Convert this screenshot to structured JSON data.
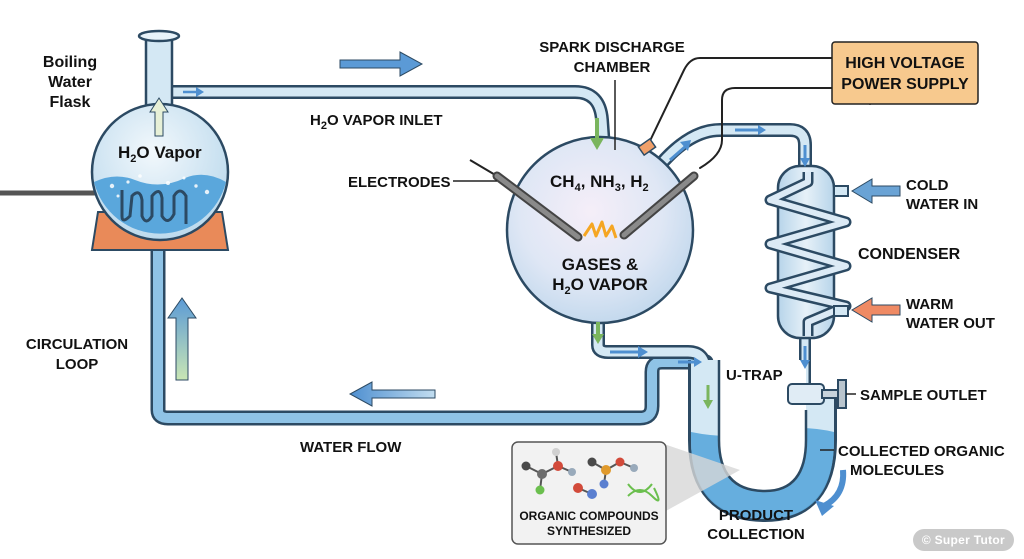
{
  "labels": {
    "boiling_flask": [
      "Boiling",
      "Water",
      "Flask"
    ],
    "h2o_vapor_flask": {
      "base": "H",
      "sub": "2",
      "rest": "O Vapor"
    },
    "vapor_inlet": {
      "base": "H",
      "sub": "2",
      "rest": "O VAPOR INLET"
    },
    "spark_chamber": [
      "SPARK DISCHARGE",
      "CHAMBER"
    ],
    "power_supply": [
      "HIGH VOLTAGE",
      "POWER SUPPLY"
    ],
    "electrodes": "ELECTRODES",
    "gases_formula": {
      "ch": "CH",
      "s1": "4",
      "nh": ", NH",
      "s2": "3",
      "h": ", H",
      "s3": "2"
    },
    "gases_vapor": {
      "line1": "GASES &",
      "base": "H",
      "sub": "2",
      "rest": "O VAPOR"
    },
    "cold_water": [
      "COLD",
      "WATER IN"
    ],
    "condenser": "CONDENSER",
    "warm_water": [
      "WARM",
      "WATER OUT"
    ],
    "u_trap": "U-TRAP",
    "sample_outlet": "SAMPLE OUTLET",
    "collected": [
      "COLLECTED ORGANIC",
      "MOLECULES"
    ],
    "product_collection": [
      "PRODUCT",
      "COLLECTION"
    ],
    "organic_compounds": [
      "ORGANIC COMPOUNDS",
      "SYNTHESIZED"
    ],
    "circulation_loop": [
      "CIRCULATION",
      "LOOP"
    ],
    "water_flow": "WATER FLOW"
  },
  "watermark": "© Super Tutor",
  "colors": {
    "glass": "#d4e8f4",
    "glass_stroke": "#2c4a63",
    "water": "#5aa7dc",
    "power_box": "#f7c98e",
    "heater": "#e98a59",
    "warm_arrow": "#ef8a64",
    "cold_arrow": "#6aa3d5",
    "spark": "#f5a623"
  }
}
